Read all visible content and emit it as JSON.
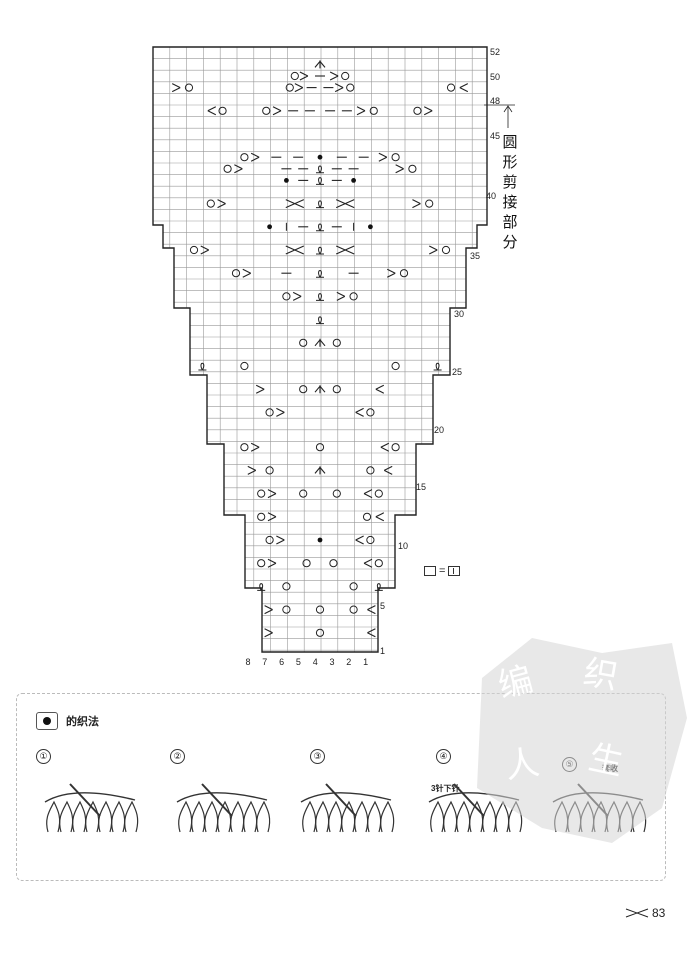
{
  "chart_rows": [
    "52",
    "50",
    "48",
    "45",
    "40",
    "35",
    "30",
    "25",
    "20",
    "15",
    "10",
    "5",
    "1"
  ],
  "chart_cols": [
    "8",
    "7",
    "6",
    "5",
    "4",
    "3",
    "2",
    "1"
  ],
  "side_label": "圆形剪接部分",
  "legend": {
    "equals": "="
  },
  "panel": {
    "title": "的织法",
    "steps": [
      "①",
      "②",
      "③",
      "④",
      "⑤"
    ],
    "note_step4": "3针下针",
    "note_step5": "套收"
  },
  "watermark_text": "编织人生",
  "page_number": "83",
  "colors": {
    "grid": "#999999",
    "outline": "#222222",
    "watermark": "#cccccc"
  },
  "symbols": [
    "knit-bar",
    "yarn-over-circle",
    "decrease-left",
    "decrease-right",
    "double-decrease",
    "twisted-loop",
    "bobble-dot",
    "cable-cross"
  ]
}
